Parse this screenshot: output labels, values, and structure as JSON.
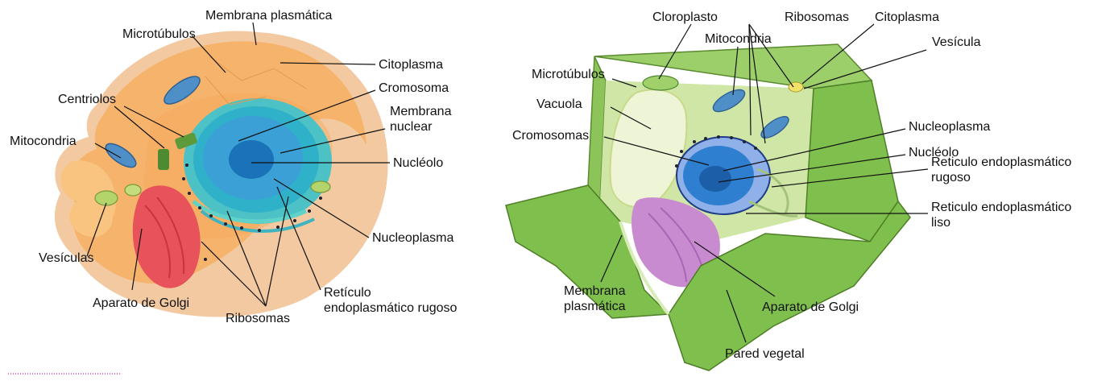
{
  "animal_cell": {
    "labels": {
      "membrana_plasmatica": "Membrana plasmática",
      "microtubulos": "Microtúbulos",
      "citoplasma": "Citoplasma",
      "cromosoma": "Cromosoma",
      "membrana_nuclear_1": "Membrana",
      "membrana_nuclear_2": "nuclear",
      "centriolos": "Centriolos",
      "mitocondria": "Mitocondria",
      "nucleolo": "Nucléolo",
      "nucleoplasma": "Nucleoplasma",
      "vesiculas": "Vesículas",
      "reticulo_1": "Retículo",
      "reticulo_2": "endoplasmático rugoso",
      "aparato_golgi": "Aparato de Golgi",
      "ribosomas": "Ribosomas"
    }
  },
  "plant_cell": {
    "labels": {
      "cloroplasto": "Cloroplasto",
      "ribosomas": "Ribosomas",
      "citoplasma": "Citoplasma",
      "mitocondria": "Mitocondria",
      "vesicula": "Vesícula",
      "microtubulos": "Microtúbulos",
      "vacuola": "Vacuola",
      "nucleoplasma": "Nucleoplasma",
      "cromosomas": "Cromosomas",
      "nucleolo": "Nucléolo",
      "rer_1": "Reticulo endoplasmático",
      "rer_2": "rugoso",
      "rel_1": "Reticulo endoplasmático",
      "rel_2": "liso",
      "membrana_1": "Membrana",
      "membrana_2": "plasmática",
      "aparato_golgi": "Aparato de Golgi",
      "pared_vegetal": "Pared vegetal"
    }
  },
  "colors": {
    "animal_cytoplasm": "#f6b36b",
    "animal_membrane": "#f2c9a0",
    "nucleus_outer": "#2fb2c9",
    "nucleus_inner": "#1a72b8",
    "golgi": "#e8525a",
    "plant_wall": "#7fbf4d",
    "plant_cytoplasm": "#cfe6a7",
    "vacuole": "#eef4d6",
    "plant_golgi": "#c88bd0",
    "plant_nucleus": "#2f7fd0",
    "mitochondria": "#4f8fc8"
  }
}
